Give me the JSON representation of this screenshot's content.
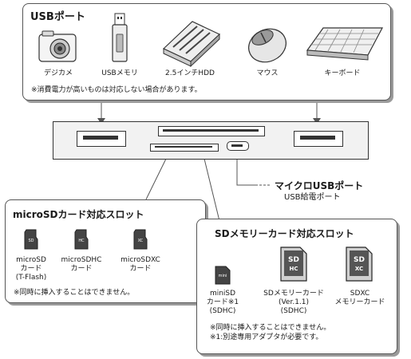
{
  "usb_panel": {
    "title": "USBポート",
    "devices": [
      {
        "label": "デジカメ",
        "icon": "camera-icon"
      },
      {
        "label": "USBメモリ",
        "icon": "usb-stick-icon"
      },
      {
        "label": "2.5インチHDD",
        "icon": "hdd-icon"
      },
      {
        "label": "マウス",
        "icon": "mouse-icon"
      },
      {
        "label": "キーボード",
        "icon": "keyboard-icon"
      }
    ],
    "note": "※消費電力が高いものは対応しない場合があります。"
  },
  "micro_usb": {
    "title": "マイクロUSBポート",
    "subtitle": "USB給電ポート"
  },
  "microsd_panel": {
    "title": "microSDカード対応スロット",
    "cards": [
      {
        "label": "microSD\nカード\n(T-Flash)",
        "icon": "microsd-card-icon"
      },
      {
        "label": "microSDHC\nカード",
        "icon": "microsdhc-card-icon"
      },
      {
        "label": "microSDXC\nカード",
        "icon": "microsdxc-card-icon"
      }
    ],
    "note": "※同時に挿入することはできません。"
  },
  "sd_panel": {
    "title": "SDメモリーカード対応スロット",
    "cards": [
      {
        "label": "miniSD\nカード※1\n(SDHC)",
        "icon": "minisd-card-icon"
      },
      {
        "label": "SDメモリーカード\n(Ver.1.1)\n(SDHC)",
        "icon": "sdhc-card-icon"
      },
      {
        "label": "SDXC\nメモリーカード",
        "icon": "sdxc-card-icon"
      }
    ],
    "notes": [
      "※同時に挿入することはできません。",
      "※1:別途専用アダプタが必要です。"
    ]
  },
  "colors": {
    "border": "#555555",
    "shadow": "#9a9a9a",
    "card": "#444444"
  }
}
